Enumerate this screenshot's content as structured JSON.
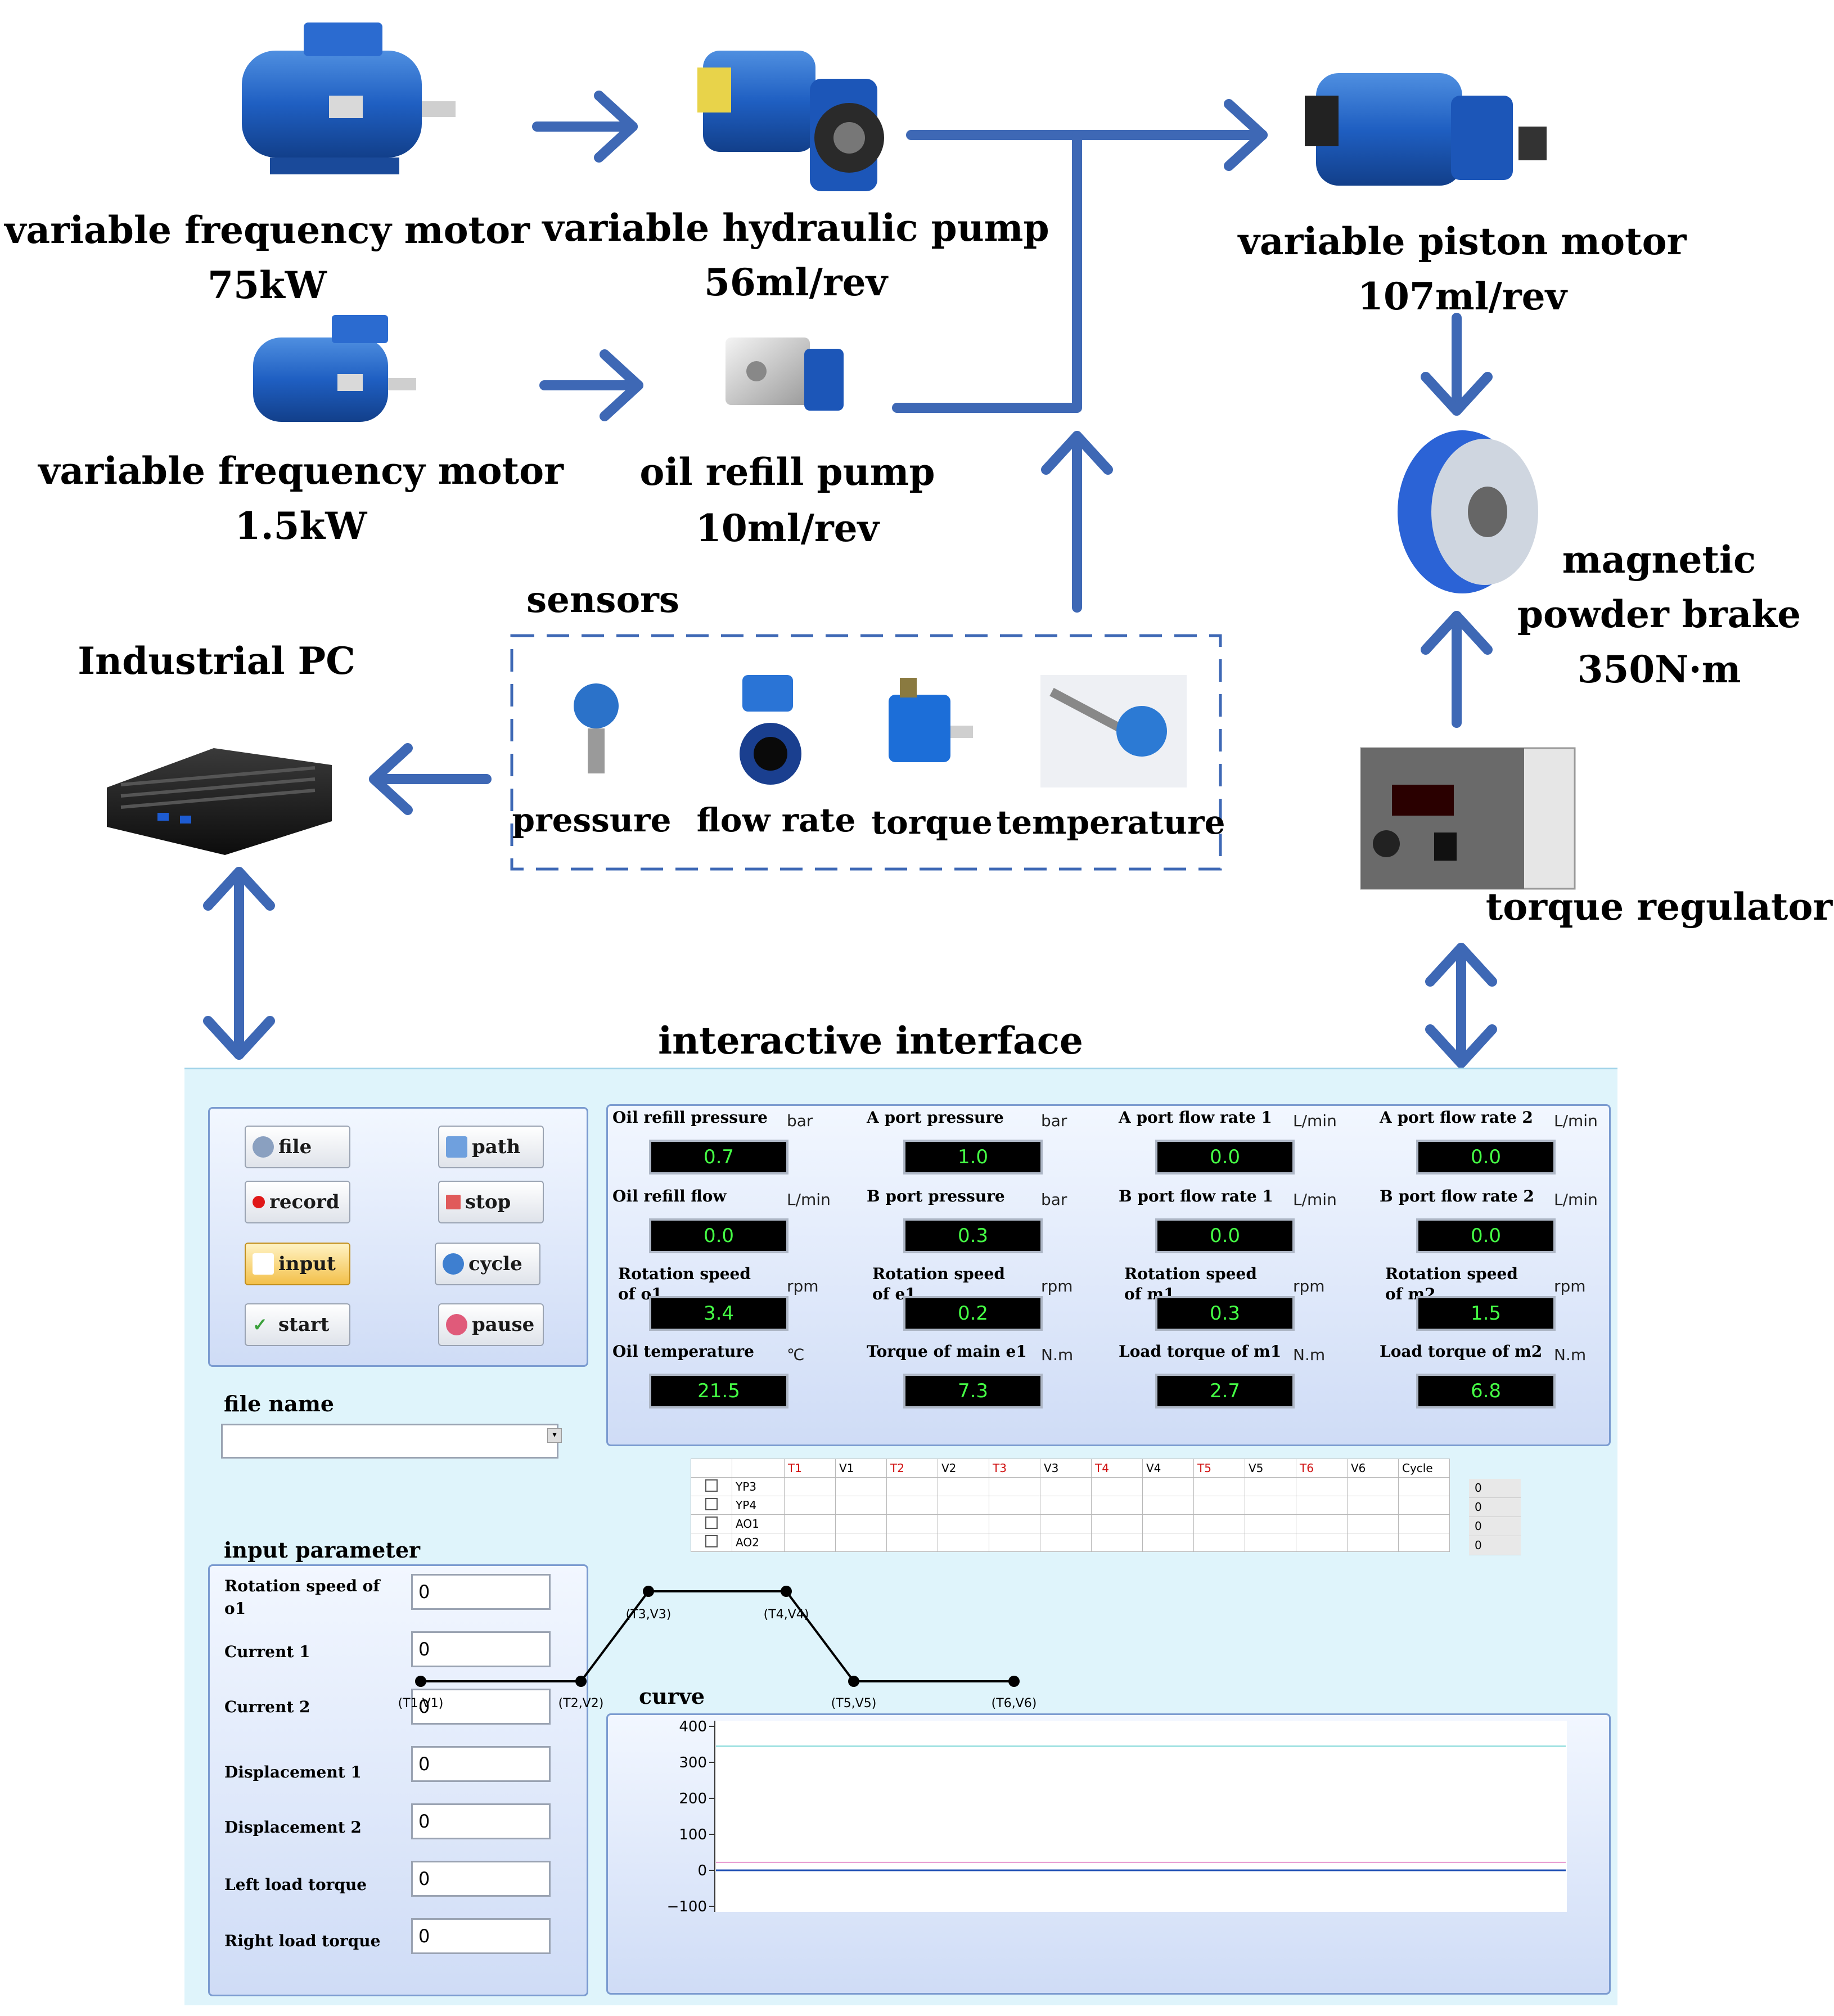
{
  "components": {
    "vfm75": {
      "name": "variable frequency motor",
      "spec": "75kW"
    },
    "pump56": {
      "name": "variable hydraulic pump",
      "spec": "56ml/rev"
    },
    "vfm15": {
      "name": "variable frequency motor",
      "spec": "1.5kW"
    },
    "refill": {
      "name": "oil refill pump",
      "spec": "10ml/rev"
    },
    "piston": {
      "name": "variable piston motor",
      "spec": "107ml/rev"
    },
    "brake": {
      "line1": "magnetic",
      "line2": "powder brake",
      "spec": "350N·m"
    },
    "regulator": {
      "name": "torque regulator"
    },
    "pc": {
      "name": "Industrial PC"
    },
    "sensors": {
      "title": "sensors",
      "items": [
        "pressure",
        "flow rate",
        "torque",
        "temperature"
      ]
    }
  },
  "interface": {
    "title": "interactive interface",
    "buttons": [
      "file",
      "path",
      "record",
      "stop",
      "input",
      "cycle",
      "start",
      "pause"
    ],
    "file_name_label": "file name",
    "file_name_value": "",
    "input_parameter_label": "input parameter",
    "inputs": [
      {
        "label": "Rotation speed of o1",
        "value": "0"
      },
      {
        "label": "Current 1",
        "value": "0"
      },
      {
        "label": "Current 2",
        "value": "0"
      },
      {
        "label": "Displacement 1",
        "value": "0"
      },
      {
        "label": "Displacement 2",
        "value": "0"
      },
      {
        "label": "Left load torque",
        "value": "0"
      },
      {
        "label": "Right load torque",
        "value": "0"
      }
    ],
    "measurements": [
      {
        "label": "Oil refill pressure",
        "unit": "bar",
        "value": "0.7"
      },
      {
        "label": "A port pressure",
        "unit": "bar",
        "value": "1.0"
      },
      {
        "label": "A port flow rate 1",
        "unit": "L/min",
        "value": "0.0"
      },
      {
        "label": "A port flow rate 2",
        "unit": "L/min",
        "value": "0.0"
      },
      {
        "label": "Oil refill flow",
        "unit": "L/min",
        "value": "0.0"
      },
      {
        "label": "B port pressure",
        "unit": "bar",
        "value": "0.3"
      },
      {
        "label": "B port flow rate 1",
        "unit": "L/min",
        "value": "0.0"
      },
      {
        "label": "B port flow rate 2",
        "unit": "L/min",
        "value": "0.0"
      },
      {
        "label": "Rotation speed",
        "label2": "of o1",
        "unit": "rpm",
        "value": "3.4"
      },
      {
        "label": "Rotation speed",
        "label2": "of e1",
        "unit": "rpm",
        "value": "0.2"
      },
      {
        "label": "Rotation speed",
        "label2": "of m1",
        "unit": "rpm",
        "value": "0.3"
      },
      {
        "label": "Rotation speed",
        "label2": "of m2",
        "unit": "rpm",
        "value": "1.5"
      },
      {
        "label": "Oil temperature",
        "unit": "℃",
        "value": "21.5"
      },
      {
        "label": "Torque of main e1",
        "unit": "N.m",
        "value": "7.3"
      },
      {
        "label": "Load torque of m1",
        "unit": "N.m",
        "value": "2.7"
      },
      {
        "label": "Load torque of m2",
        "unit": "N.m",
        "value": "6.8"
      }
    ],
    "table": {
      "headers": [
        "T1",
        "V1",
        "T2",
        "V2",
        "T3",
        "V3",
        "T4",
        "V4",
        "T5",
        "V5",
        "T6",
        "V6",
        "Cycle"
      ],
      "rows": [
        "YP3",
        "YP4",
        "AO1",
        "AO2"
      ],
      "side_values": [
        "0",
        "0",
        "0",
        "0"
      ]
    },
    "profile_points": [
      "(T1,V1)",
      "(T2,V2)",
      "(T3,V3)",
      "(T4,V4)",
      "(T5,V5)",
      "(T6,V6)"
    ],
    "profile_levels": [
      0,
      0,
      1,
      1,
      0,
      0
    ],
    "curve_label": "curve"
  },
  "chart_data": {
    "type": "line",
    "yticks": [
      "400",
      "300",
      "200",
      "100",
      "0",
      "−100"
    ],
    "ylim": [
      -100,
      400
    ],
    "series": [
      {
        "color": "#7fd8d8",
        "values": [
          345,
          345
        ]
      },
      {
        "color": "#e79ad0",
        "values": [
          22,
          22
        ]
      },
      {
        "color": "#1f4fb4",
        "values": [
          0,
          0
        ]
      }
    ]
  },
  "colors": {
    "arrow": "#3e68b5",
    "readout_text": "#45ff45",
    "accent_red": "#d01010"
  }
}
